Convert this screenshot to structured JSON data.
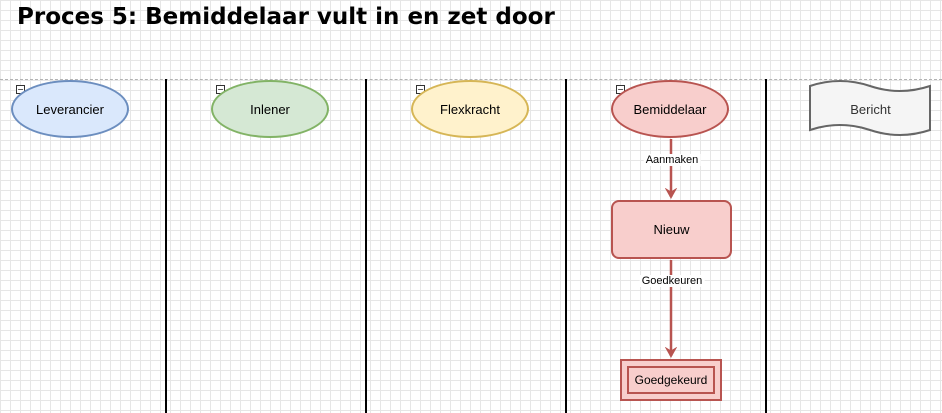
{
  "title": "Proces 5: Bemiddelaar vult in en zet door",
  "lanes": [
    {
      "label": "Leverancier",
      "fill": "#dae8fc",
      "stroke": "#6c8ebf"
    },
    {
      "label": "Inlener",
      "fill": "#d5e8d4",
      "stroke": "#82b366"
    },
    {
      "label": "Flexkracht",
      "fill": "#fff2cc",
      "stroke": "#d6b656"
    },
    {
      "label": "Bemiddelaar",
      "fill": "#f8cecc",
      "stroke": "#b85450"
    }
  ],
  "collapse_symbol": "⊟",
  "message": {
    "label": "Bericht",
    "fill": "#f5f5f5",
    "stroke": "#666666"
  },
  "states": {
    "new": "Nieuw",
    "approved": "Goedgekeurd"
  },
  "transitions": {
    "create": "Aanmaken",
    "approve": "Goedkeuren"
  },
  "colors": {
    "arrow": "#b85450",
    "lane_divider": "#000000"
  }
}
